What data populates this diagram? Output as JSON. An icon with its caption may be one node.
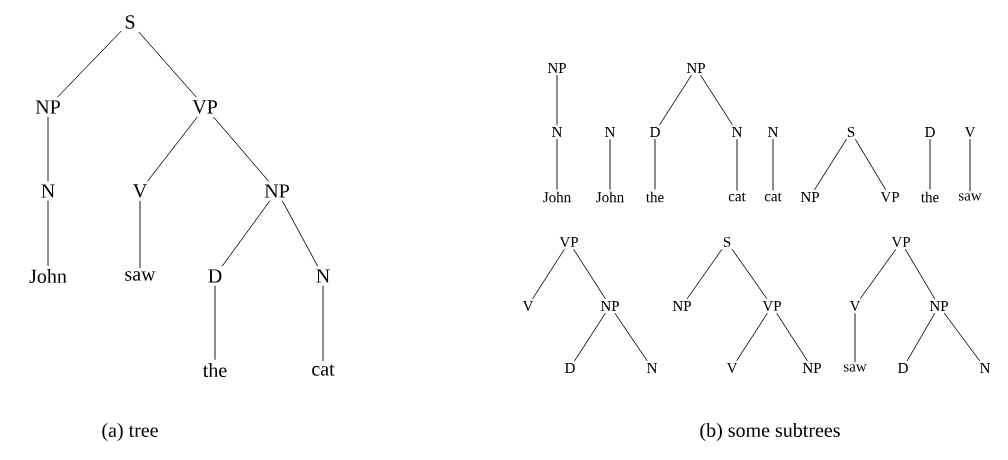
{
  "diagram": {
    "nodes": [
      {
        "text": [
          "S"
        ]
      },
      {
        "text": [
          "NP"
        ]
      },
      {
        "text": [
          "VP"
        ]
      },
      {
        "text": [
          "N"
        ]
      },
      {
        "text": [
          "V"
        ]
      },
      {
        "text": [
          "NP"
        ]
      },
      {
        "text": [
          "John"
        ]
      },
      {
        "text": [
          "saw"
        ]
      },
      {
        "text": [
          "D"
        ]
      },
      {
        "text": [
          "N"
        ]
      },
      {
        "text": [
          "the"
        ]
      },
      {
        "text": [
          "cat"
        ]
      },
      {
        "text": [
          "NP"
        ]
      },
      {
        "text": [
          "N"
        ]
      },
      {
        "text": [
          "John"
        ]
      },
      {
        "text": [
          "N"
        ]
      },
      {
        "text": [
          "John"
        ]
      },
      {
        "text": [
          "NP"
        ]
      },
      {
        "text": [
          "D"
        ]
      },
      {
        "text": [
          "the"
        ]
      },
      {
        "text": [
          "N"
        ]
      },
      {
        "text": [
          "cat"
        ]
      },
      {
        "text": [
          "N"
        ]
      },
      {
        "text": [
          "cat"
        ]
      },
      {
        "text": [
          "S"
        ]
      },
      {
        "text": [
          "NP"
        ]
      },
      {
        "text": [
          "VP"
        ]
      },
      {
        "text": [
          "D"
        ]
      },
      {
        "text": [
          "the"
        ]
      },
      {
        "text": [
          "V"
        ]
      },
      {
        "text": [
          "saw"
        ]
      },
      {
        "text": [
          "VP"
        ]
      },
      {
        "text": [
          "V"
        ]
      },
      {
        "text": [
          "NP"
        ]
      },
      {
        "text": [
          "D"
        ]
      },
      {
        "text": [
          "N"
        ]
      },
      {
        "text": [
          "S"
        ]
      },
      {
        "text": [
          "NP"
        ]
      },
      {
        "text": [
          "VP"
        ]
      },
      {
        "text": [
          "V"
        ]
      },
      {
        "text": [
          "NP"
        ]
      },
      {
        "text": [
          "VP"
        ]
      },
      {
        "text": [
          "V"
        ]
      },
      {
        "text": [
          "saw"
        ]
      },
      {
        "text": [
          "NP"
        ]
      },
      {
        "text": [
          "D"
        ]
      },
      {
        "text": [
          "N"
        ]
      }
    ],
    "edges": [
      {
        "from": 0,
        "to": 1,
        "arrow": "none"
      },
      {
        "from": 0,
        "to": 2,
        "arrow": "none"
      },
      {
        "from": 1,
        "to": 3,
        "arrow": "none"
      },
      {
        "from": 2,
        "to": 4,
        "arrow": "none"
      },
      {
        "from": 2,
        "to": 5,
        "arrow": "none"
      },
      {
        "from": 3,
        "to": 6,
        "arrow": "none"
      },
      {
        "from": 4,
        "to": 7,
        "arrow": "none"
      },
      {
        "from": 5,
        "to": 8,
        "arrow": "none"
      },
      {
        "from": 5,
        "to": 9,
        "arrow": "none"
      },
      {
        "from": 8,
        "to": 10,
        "arrow": "none"
      },
      {
        "from": 9,
        "to": 11,
        "arrow": "none"
      },
      {
        "from": 12,
        "to": 13,
        "arrow": "none"
      },
      {
        "from": 13,
        "to": 14,
        "arrow": "none"
      },
      {
        "from": 15,
        "to": 16,
        "arrow": "none"
      },
      {
        "from": 17,
        "to": 18,
        "arrow": "none"
      },
      {
        "from": 17,
        "to": 20,
        "arrow": "none"
      },
      {
        "from": 18,
        "to": 19,
        "arrow": "none"
      },
      {
        "from": 20,
        "to": 21,
        "arrow": "none"
      },
      {
        "from": 22,
        "to": 23,
        "arrow": "none"
      },
      {
        "from": 24,
        "to": 25,
        "arrow": "none"
      },
      {
        "from": 24,
        "to": 26,
        "arrow": "none"
      },
      {
        "from": 27,
        "to": 28,
        "arrow": "none"
      },
      {
        "from": 29,
        "to": 30,
        "arrow": "none"
      },
      {
        "from": 31,
        "to": 32,
        "arrow": "none"
      },
      {
        "from": 31,
        "to": 33,
        "arrow": "none"
      },
      {
        "from": 33,
        "to": 34,
        "arrow": "none"
      },
      {
        "from": 33,
        "to": 35,
        "arrow": "none"
      },
      {
        "from": 36,
        "to": 37,
        "arrow": "none"
      },
      {
        "from": 36,
        "to": 38,
        "arrow": "none"
      },
      {
        "from": 38,
        "to": 39,
        "arrow": "none"
      },
      {
        "from": 38,
        "to": 40,
        "arrow": "none"
      },
      {
        "from": 41,
        "to": 42,
        "arrow": "none"
      },
      {
        "from": 41,
        "to": 44,
        "arrow": "none"
      },
      {
        "from": 42,
        "to": 43,
        "arrow": "none"
      },
      {
        "from": 44,
        "to": 45,
        "arrow": "none"
      },
      {
        "from": 44,
        "to": 46,
        "arrow": "none"
      }
    ],
    "labels": [
      "(a) tree",
      "(b) some subtrees"
    ]
  }
}
